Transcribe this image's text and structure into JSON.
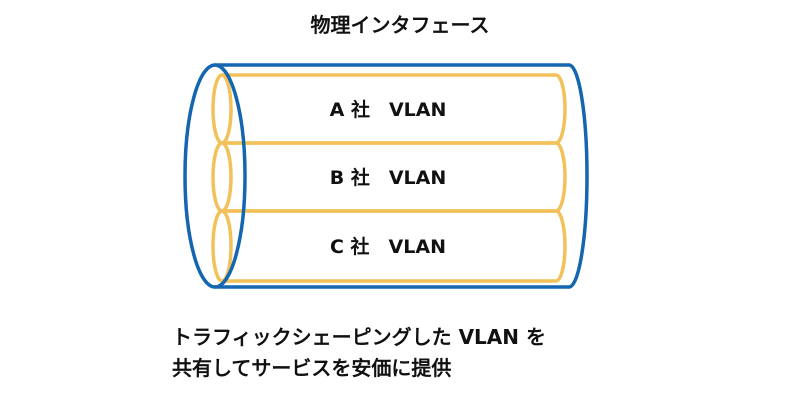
{
  "title": "物理インタフェース",
  "lanes": [
    {
      "label": "A 社　VLAN"
    },
    {
      "label": "B 社　VLAN"
    },
    {
      "label": "C 社　VLAN"
    }
  ],
  "caption": {
    "line1": "トラフィックシェーピングした VLAN を",
    "line2": "共有してサービスを安価に提供"
  },
  "colors": {
    "outer_cable": "#1466b0",
    "lane_tube": "#f2c15a",
    "text": "#111111",
    "background": "#ffffff"
  }
}
